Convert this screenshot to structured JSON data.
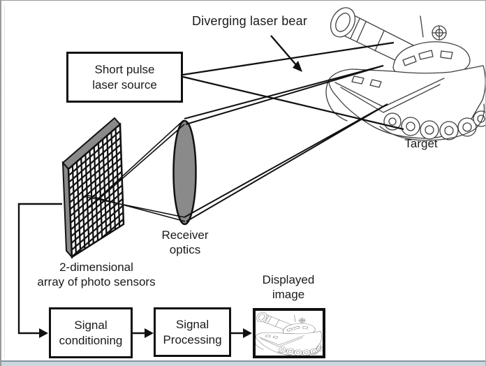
{
  "labels": {
    "diverging_beam": "Diverging laser bear",
    "laser_source": "Short pulse\nlaser source",
    "target": "Target",
    "receiver_optics": "Receiver\noptics",
    "sensor_array": "2-dimensional\narray of photo sensors",
    "signal_conditioning": "Signal\nconditioning",
    "signal_processing": "Signal\nProcessing",
    "displayed_image": "Displayed\nimage"
  },
  "colors": {
    "ink": "#1a1a1a",
    "stroke_heavy": "#111111",
    "gray_fill": "#8a8a8a",
    "array_face": "#121212",
    "background": "#ffffff",
    "bottom_bar": "#cdd7de",
    "tank_ink": "#3f3f3f"
  },
  "graphics": {
    "target_tank": "tank-line-art",
    "displayed_tank": "tank-line-art-miniature",
    "receiver_lens": "convex-lens-shape",
    "sensor_array": "3d-grid-panel-of-photo-sensors",
    "beam_lines": "diverging-laser-and-reflected-ray-lines",
    "flow_arrows": "block-diagram-connector-arrows"
  }
}
